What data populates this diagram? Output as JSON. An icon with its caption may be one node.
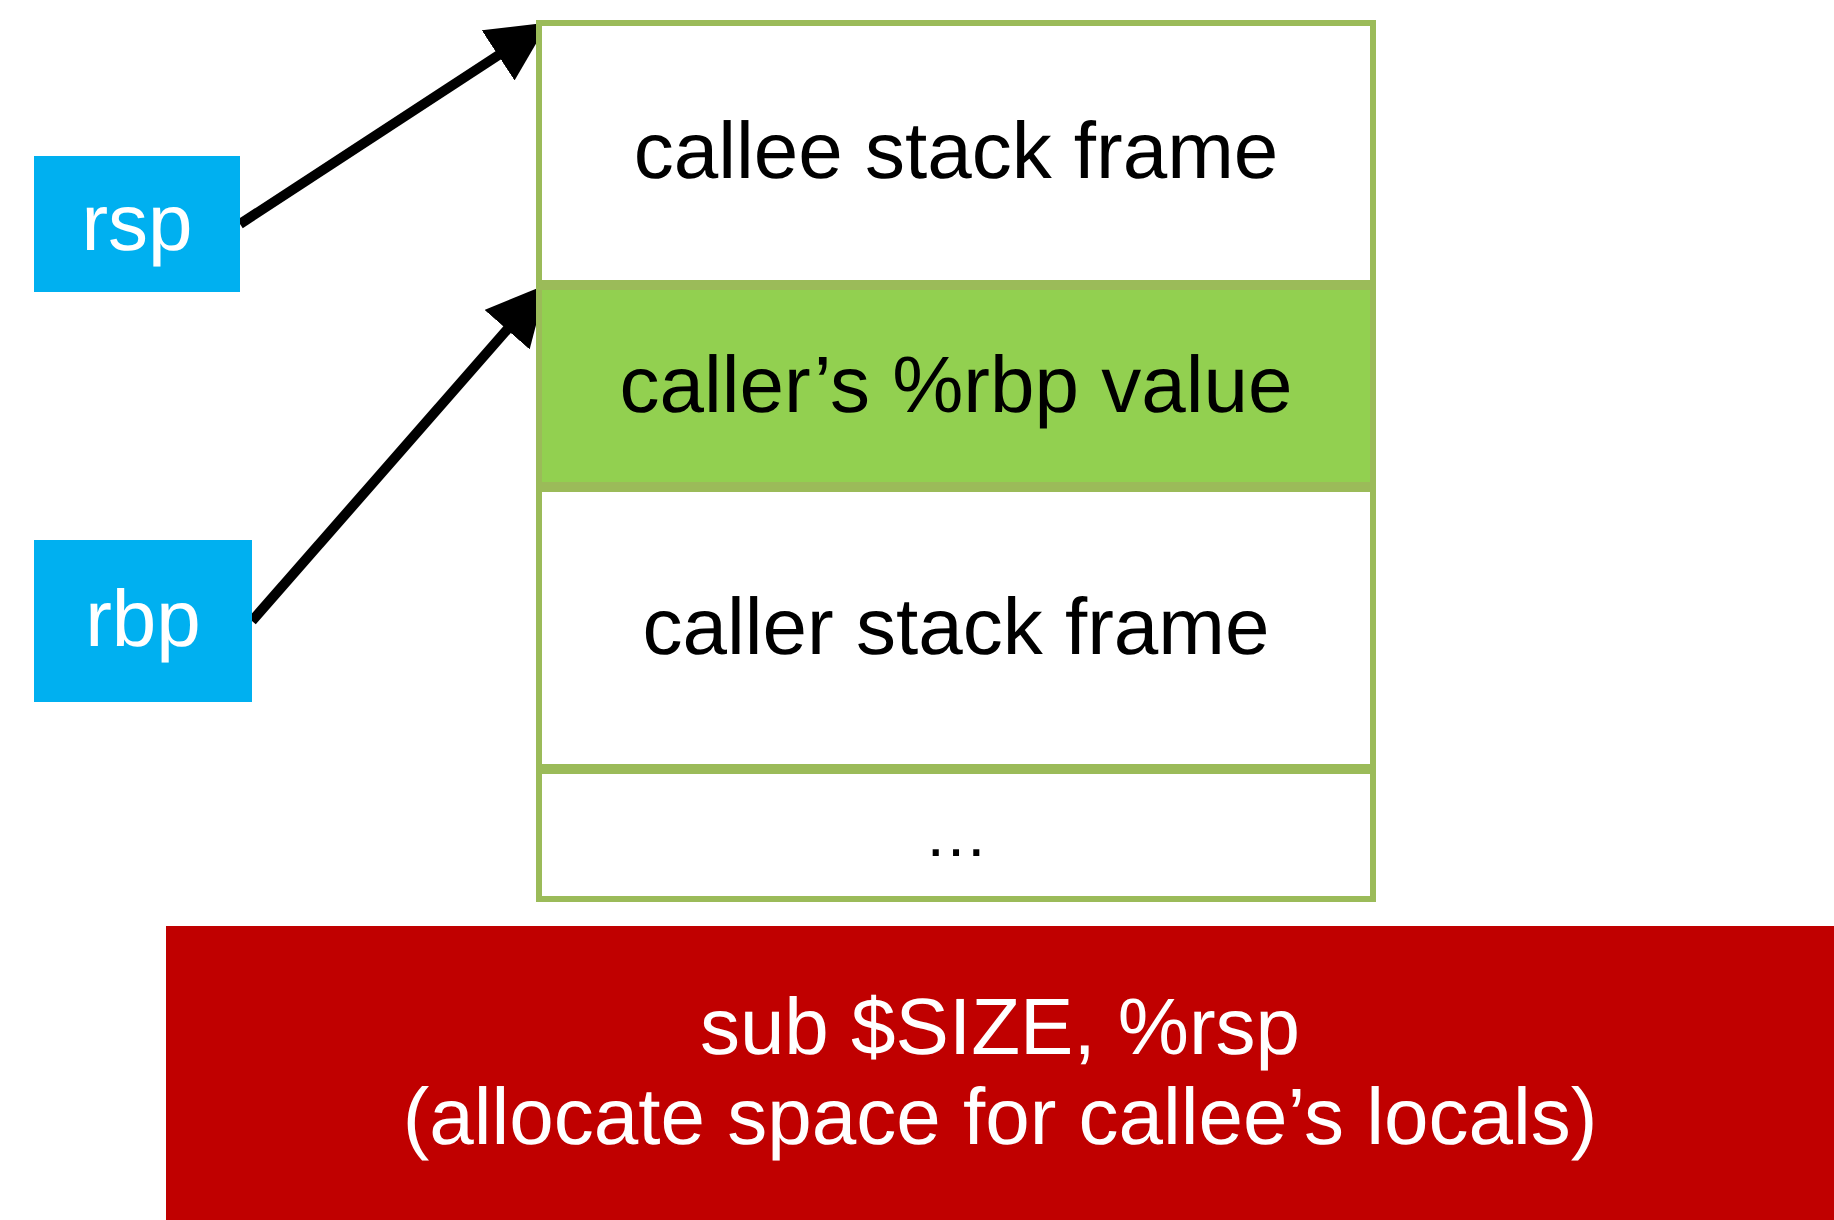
{
  "diagram": {
    "nodes": [
      {
        "text": [
          "rsp"
        ]
      },
      {
        "text": [
          "rbp"
        ]
      },
      {
        "text": [
          "callee stack frame"
        ]
      },
      {
        "text": [
          "caller’s %rbp value"
        ]
      },
      {
        "text": [
          "caller stack frame"
        ]
      },
      {
        "text": [
          "…"
        ]
      },
      {
        "text": [
          "sub $SIZE, %rsp",
          "(allocate space for callee’s locals)"
        ]
      }
    ],
    "edges": [
      {
        "from": 0,
        "to": 2,
        "arrow": "to"
      },
      {
        "from": 1,
        "to": 3,
        "arrow": "to"
      }
    ]
  }
}
